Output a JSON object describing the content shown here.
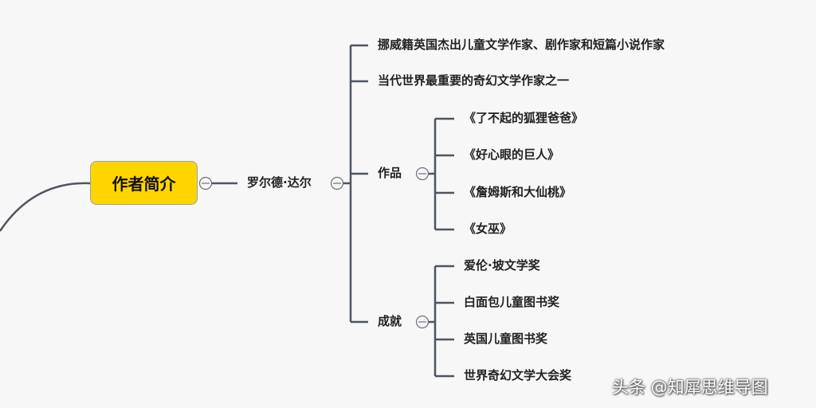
{
  "mindmap": {
    "central": "作者简介",
    "author": "罗尔德·达尔",
    "facts": [
      "挪威籍英国杰出儿童文学作家、剧作家和短篇小说作家",
      "当代世界最重要的奇幻文学作家之一"
    ],
    "works": {
      "label": "作品",
      "items": [
        "《了不起的狐狸爸爸》",
        "《好心眼的巨人》",
        "《詹姆斯和大仙桃》",
        "《女巫》"
      ]
    },
    "achievements": {
      "label": "成就",
      "items": [
        "爱伦·坡文学奖",
        "白面包儿童图书奖",
        "英国儿童图书奖",
        "世界奇幻文学大会奖"
      ]
    }
  },
  "watermark": "头条 @知犀思维导图",
  "colors": {
    "central_fill": "#ffd500",
    "connector": "#4e5560",
    "background": "#f7f7f7"
  }
}
